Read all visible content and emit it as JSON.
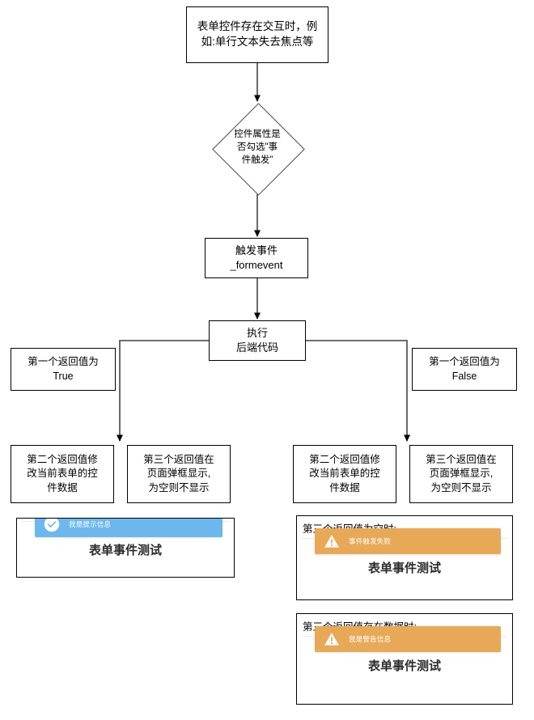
{
  "flow": {
    "start": {
      "line1": "表单控件存在交互时，例",
      "line2": "如:单行文本失去焦点等"
    },
    "decision": {
      "line1": "控件属性是",
      "line2": "否勾选\"事",
      "line3": "件触发\""
    },
    "trigger": {
      "line1": "触发事件",
      "line2": "_formevent"
    },
    "exec": {
      "line1": "执行",
      "line2": "后端代码"
    },
    "branch_true": {
      "line1": "第一个返回值为",
      "line2": "True"
    },
    "branch_false": {
      "line1": "第一个返回值为",
      "line2": "False"
    },
    "left_second": {
      "line1": "第二个返回值修",
      "line2": "改当前表单的控",
      "line3": "件数据"
    },
    "left_third": {
      "line1": "第三个返回值在",
      "line2": "页面弹框显示,",
      "line3": "为空则不显示"
    },
    "right_second": {
      "line1": "第二个返回值修",
      "line2": "改当前表单的控",
      "line3": "件数据"
    },
    "right_third": {
      "line1": "第三个返回值在",
      "line2": "页面弹框显示,",
      "line3": "为空则不显示"
    }
  },
  "screenshots": {
    "success": {
      "caption": "",
      "toast_message": "我是提示信息",
      "toast_icon": "check-circle-icon",
      "toast_color": "#6cb8ee",
      "page_title": "表单事件测试"
    },
    "warn_empty": {
      "caption": "第三个返回值为空时:",
      "toast_message": "事件触发失败",
      "toast_icon": "warning-triangle-icon",
      "toast_color": "#e8a957",
      "page_title": "表单事件测试"
    },
    "warn_data": {
      "caption": "第三个返回值存在数据时:",
      "toast_message": "我是警告信息",
      "toast_icon": "warning-triangle-icon",
      "toast_color": "#e8a957",
      "page_title": "表单事件测试"
    }
  },
  "connectors": {
    "stroke": "#595959",
    "arrow_fill": "#000000"
  }
}
